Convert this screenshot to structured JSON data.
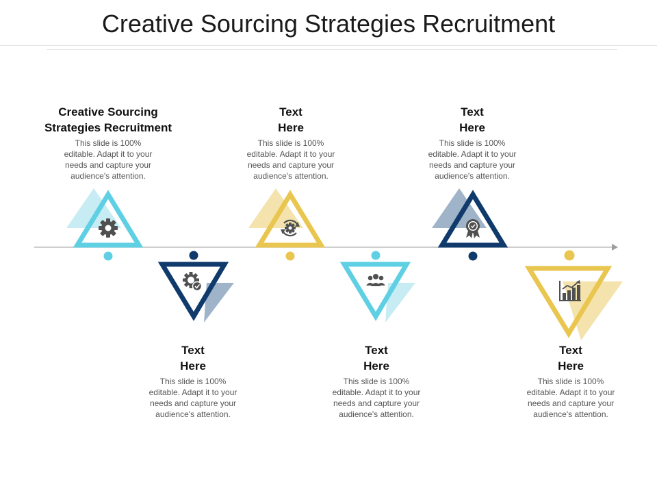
{
  "title": "Creative Sourcing Strategies Recruitment",
  "colors": {
    "cyan": "#5fd0e3",
    "cyan_light": "#c7ecf4",
    "navy": "#0f3a6b",
    "navy_light": "#9fb3c9",
    "gold": "#e9c64f",
    "gold_light": "#f5e3ad",
    "icon": "#505050",
    "timeline": "#bdbdbd"
  },
  "steps": [
    {
      "heading_line1": "Creative Sourcing",
      "heading_line2": "Strategies Recruitment",
      "body": [
        "This slide is 100%",
        "editable. Adapt it to your",
        "needs and capture your",
        "audience's attention."
      ],
      "icon": "gear-icon",
      "color": "cyan"
    },
    {
      "heading_line1": "Text",
      "heading_line2": "Here",
      "body": [
        "This slide is 100%",
        "editable. Adapt it to your",
        "needs and capture your",
        "audience's attention."
      ],
      "icon": "gear-check-icon",
      "color": "navy"
    },
    {
      "heading_line1": "Text",
      "heading_line2": "Here",
      "body": [
        "This slide is 100%",
        "editable. Adapt it to your",
        "needs and capture your",
        "audience's attention."
      ],
      "icon": "gear-cycle-icon",
      "color": "gold"
    },
    {
      "heading_line1": "Text",
      "heading_line2": "Here",
      "body": [
        "This slide is 100%",
        "editable. Adapt it to your",
        "needs and capture your",
        "audience's attention."
      ],
      "icon": "team-icon",
      "color": "cyan"
    },
    {
      "heading_line1": "Text",
      "heading_line2": "Here",
      "body": [
        "This slide is 100%",
        "editable. Adapt it to your",
        "needs and capture your",
        "audience's attention."
      ],
      "icon": "award-badge-icon",
      "color": "navy"
    },
    {
      "heading_line1": "Text",
      "heading_line2": "Here",
      "body": [
        "This slide is 100%",
        "editable. Adapt it to your",
        "needs and capture your",
        "audience's attention."
      ],
      "icon": "growth-chart-icon",
      "color": "gold"
    }
  ]
}
